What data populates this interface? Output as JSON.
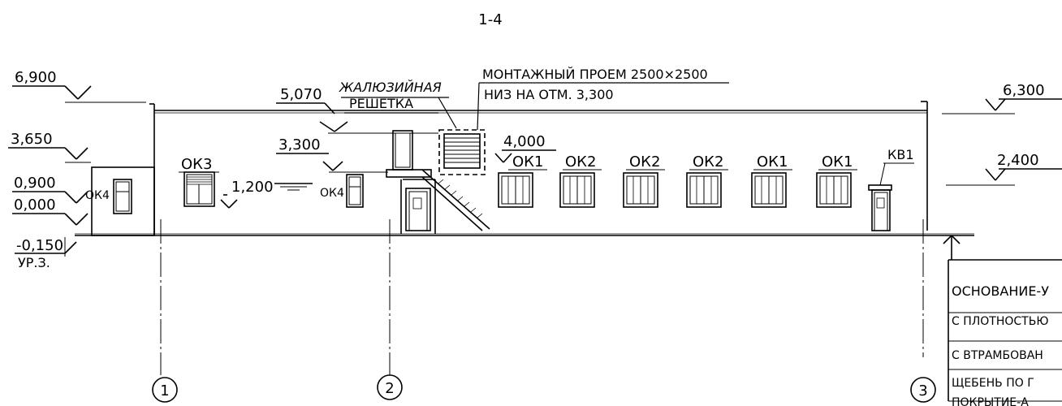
{
  "title": "1-4",
  "elevations": {
    "left": [
      "6,900",
      "3,650",
      "0,900",
      "0,000",
      "-0,150"
    ],
    "ground_note": "УР.З.",
    "right": [
      "6,300",
      "2,400"
    ],
    "facade": [
      "5,070",
      "3,300",
      "1,200",
      "4,000"
    ]
  },
  "notes": {
    "louver_line1": "ЖАЛЮЗИЙНАЯ",
    "louver_line2": "РЕШЕТКА",
    "opening_line1": "МОНТАЖНЫЙ ПРОЕМ 2500×2500",
    "opening_line2": "НИЗ НА ОТМ. 3,300"
  },
  "window_marks": [
    "ОК3",
    "ОК4",
    "ОК4",
    "ОК1",
    "ОК2",
    "ОК2",
    "ОК2",
    "ОК1",
    "ОК1",
    "КВ1"
  ],
  "axes": [
    "1",
    "2",
    "3"
  ],
  "table_rows": [
    "ОСНОВАНИЕ-У",
    "С ПЛОТНОСТЬЮ",
    "С ВТРАМБОВАН",
    "ЩЕБЕНЬ ПО Г",
    "ПОКРЫТИЕ-А"
  ]
}
